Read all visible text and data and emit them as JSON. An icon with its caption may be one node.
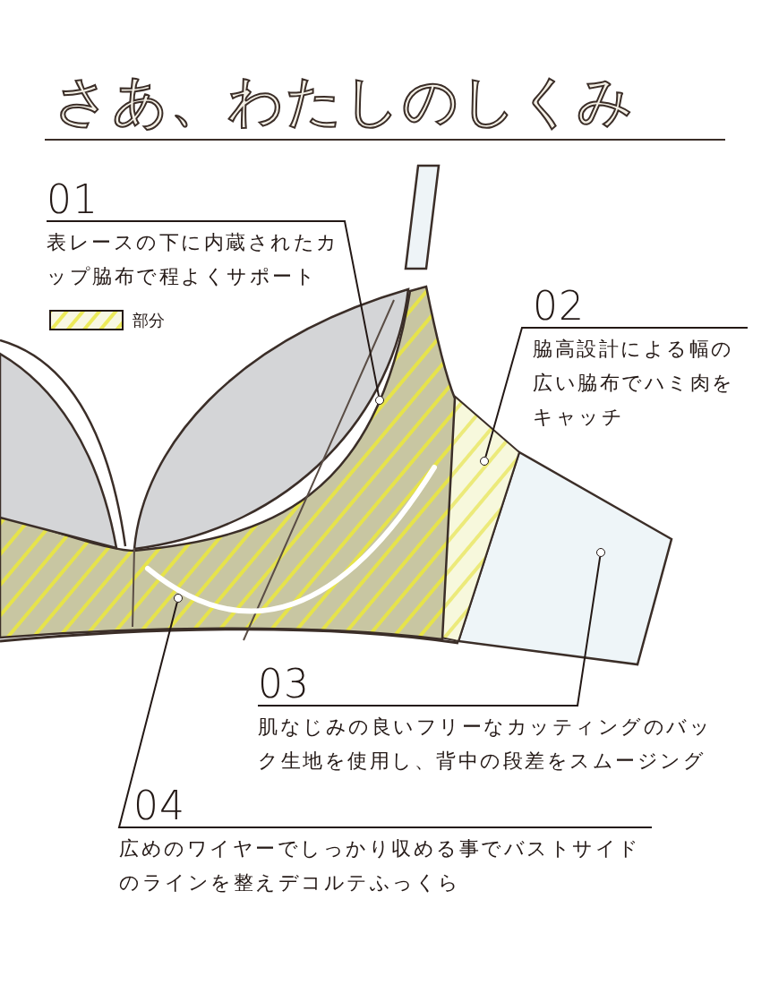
{
  "diagram": {
    "title": "さあ、わたしのしくみ",
    "nodes": [
      {
        "text": [
          "01",
          "表レースの下に内蔵されたカップ脇布で程よくサポート"
        ]
      },
      {
        "text": [],
        "shape": "circle"
      },
      {
        "text": [
          "02",
          "脇高設計による幅の広い脇布でハミ肉をキャッチ"
        ]
      },
      {
        "text": [],
        "shape": "circle"
      },
      {
        "text": [
          "03",
          "肌なじみの良いフリーなカッティングのバック生地を使用し、背中の段差をスムージング"
        ]
      },
      {
        "text": [],
        "shape": "circle"
      },
      {
        "text": [
          "04",
          "広めのワイヤーでしっかり収める事でバストサイドのラインを整えデコルテふっくら"
        ]
      },
      {
        "text": [],
        "shape": "circle"
      }
    ],
    "edges": [
      {
        "from": 0,
        "to": 1,
        "arrow": "none"
      },
      {
        "from": 2,
        "to": 3,
        "arrow": "none"
      },
      {
        "from": 4,
        "to": 5,
        "arrow": "none"
      },
      {
        "from": 6,
        "to": 7,
        "arrow": "none"
      }
    ],
    "legend": [
      {
        "text": "部分"
      }
    ]
  }
}
